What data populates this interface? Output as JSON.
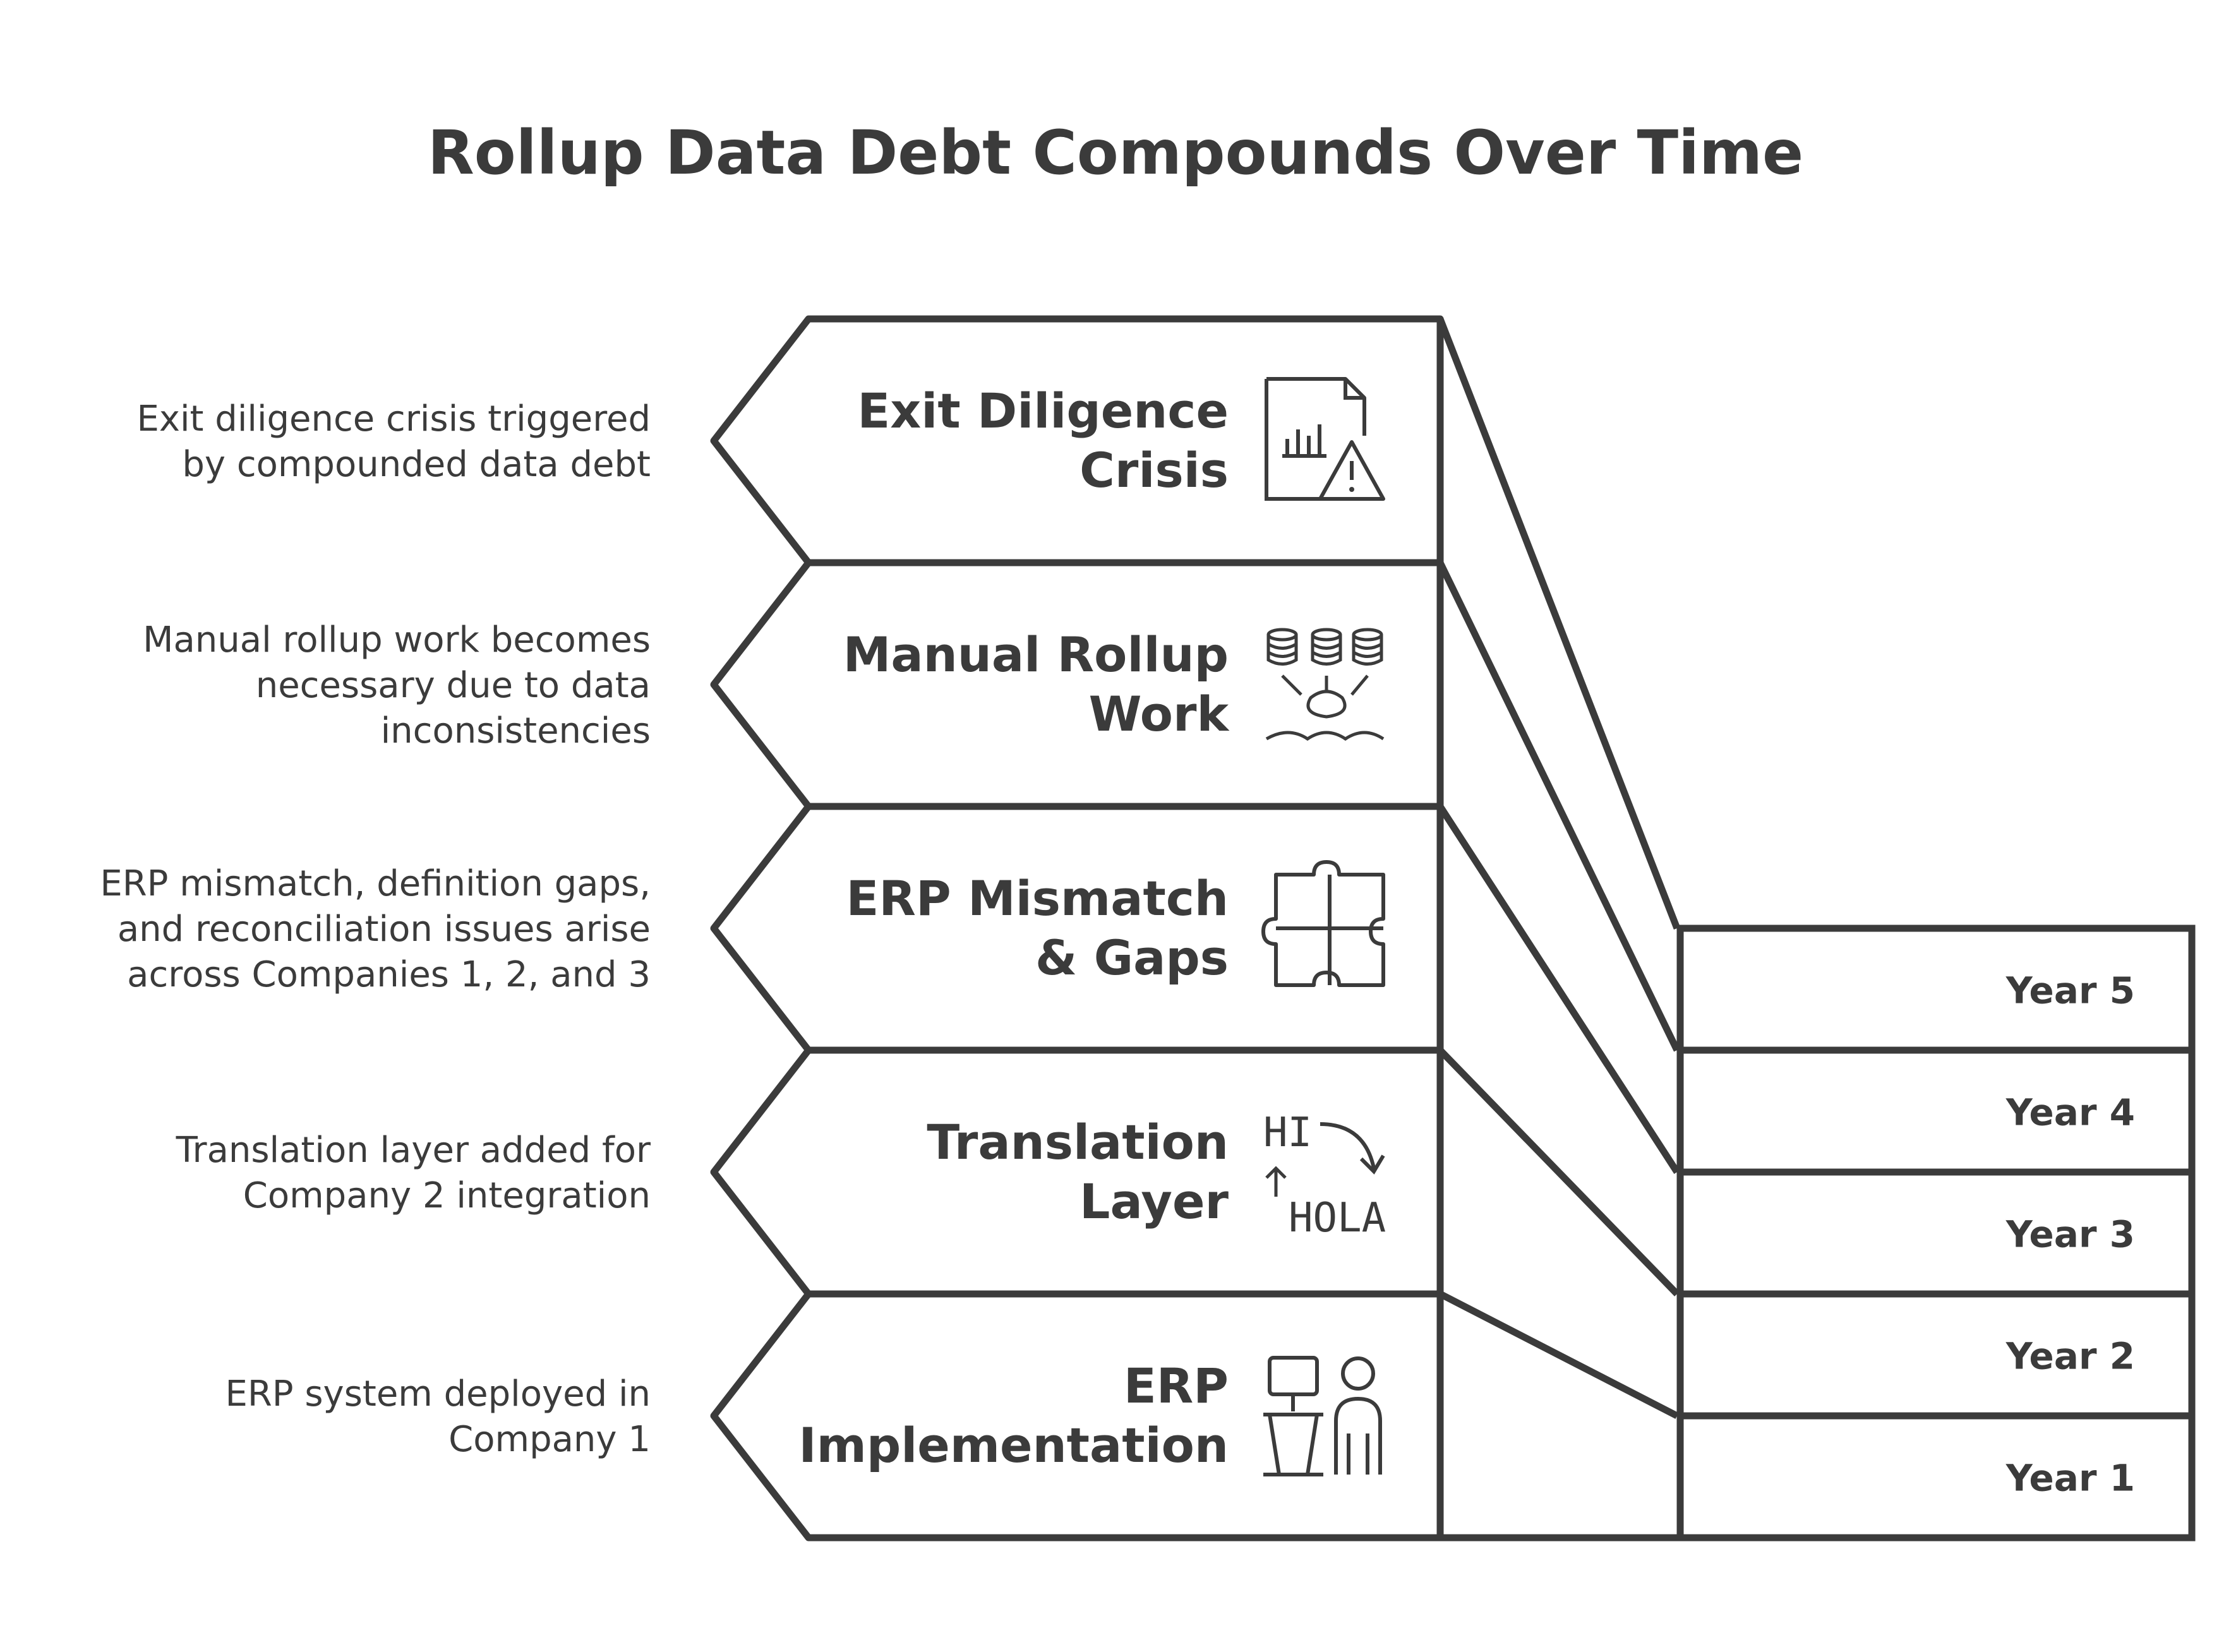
{
  "title": "Rollup Data Debt Compounds Over Time",
  "colors": {
    "ink": "#3b3b3b",
    "background": "#ffffff"
  },
  "stages": [
    {
      "label_lines": [
        "Exit Diligence",
        "Crisis"
      ],
      "description_lines": [
        "Exit diligence crisis triggered",
        "by compounded data debt"
      ],
      "icon": "document-chart-warning-icon"
    },
    {
      "label_lines": [
        "Manual Rollup",
        "Work"
      ],
      "description_lines": [
        "Manual rollup work becomes",
        "necessary due to data",
        "inconsistencies"
      ],
      "icon": "databases-merge-icon"
    },
    {
      "label_lines": [
        "ERP Mismatch",
        "& Gaps"
      ],
      "description_lines": [
        "ERP mismatch, definition gaps,",
        "and reconciliation issues arise",
        "across Companies 1, 2, and 3"
      ],
      "icon": "puzzle-icon"
    },
    {
      "label_lines": [
        "Translation",
        "Layer"
      ],
      "description_lines": [
        "Translation layer added for",
        "Company 2 integration"
      ],
      "icon": "translate-icon",
      "icon_text": [
        "HI",
        "HOLA"
      ]
    },
    {
      "label_lines": [
        "ERP",
        "Implementation"
      ],
      "description_lines": [
        "ERP system deployed in",
        "Company 1"
      ],
      "icon": "computer-user-icon"
    }
  ],
  "years": [
    "Year 5",
    "Year 4",
    "Year 3",
    "Year 2",
    "Year 1"
  ]
}
